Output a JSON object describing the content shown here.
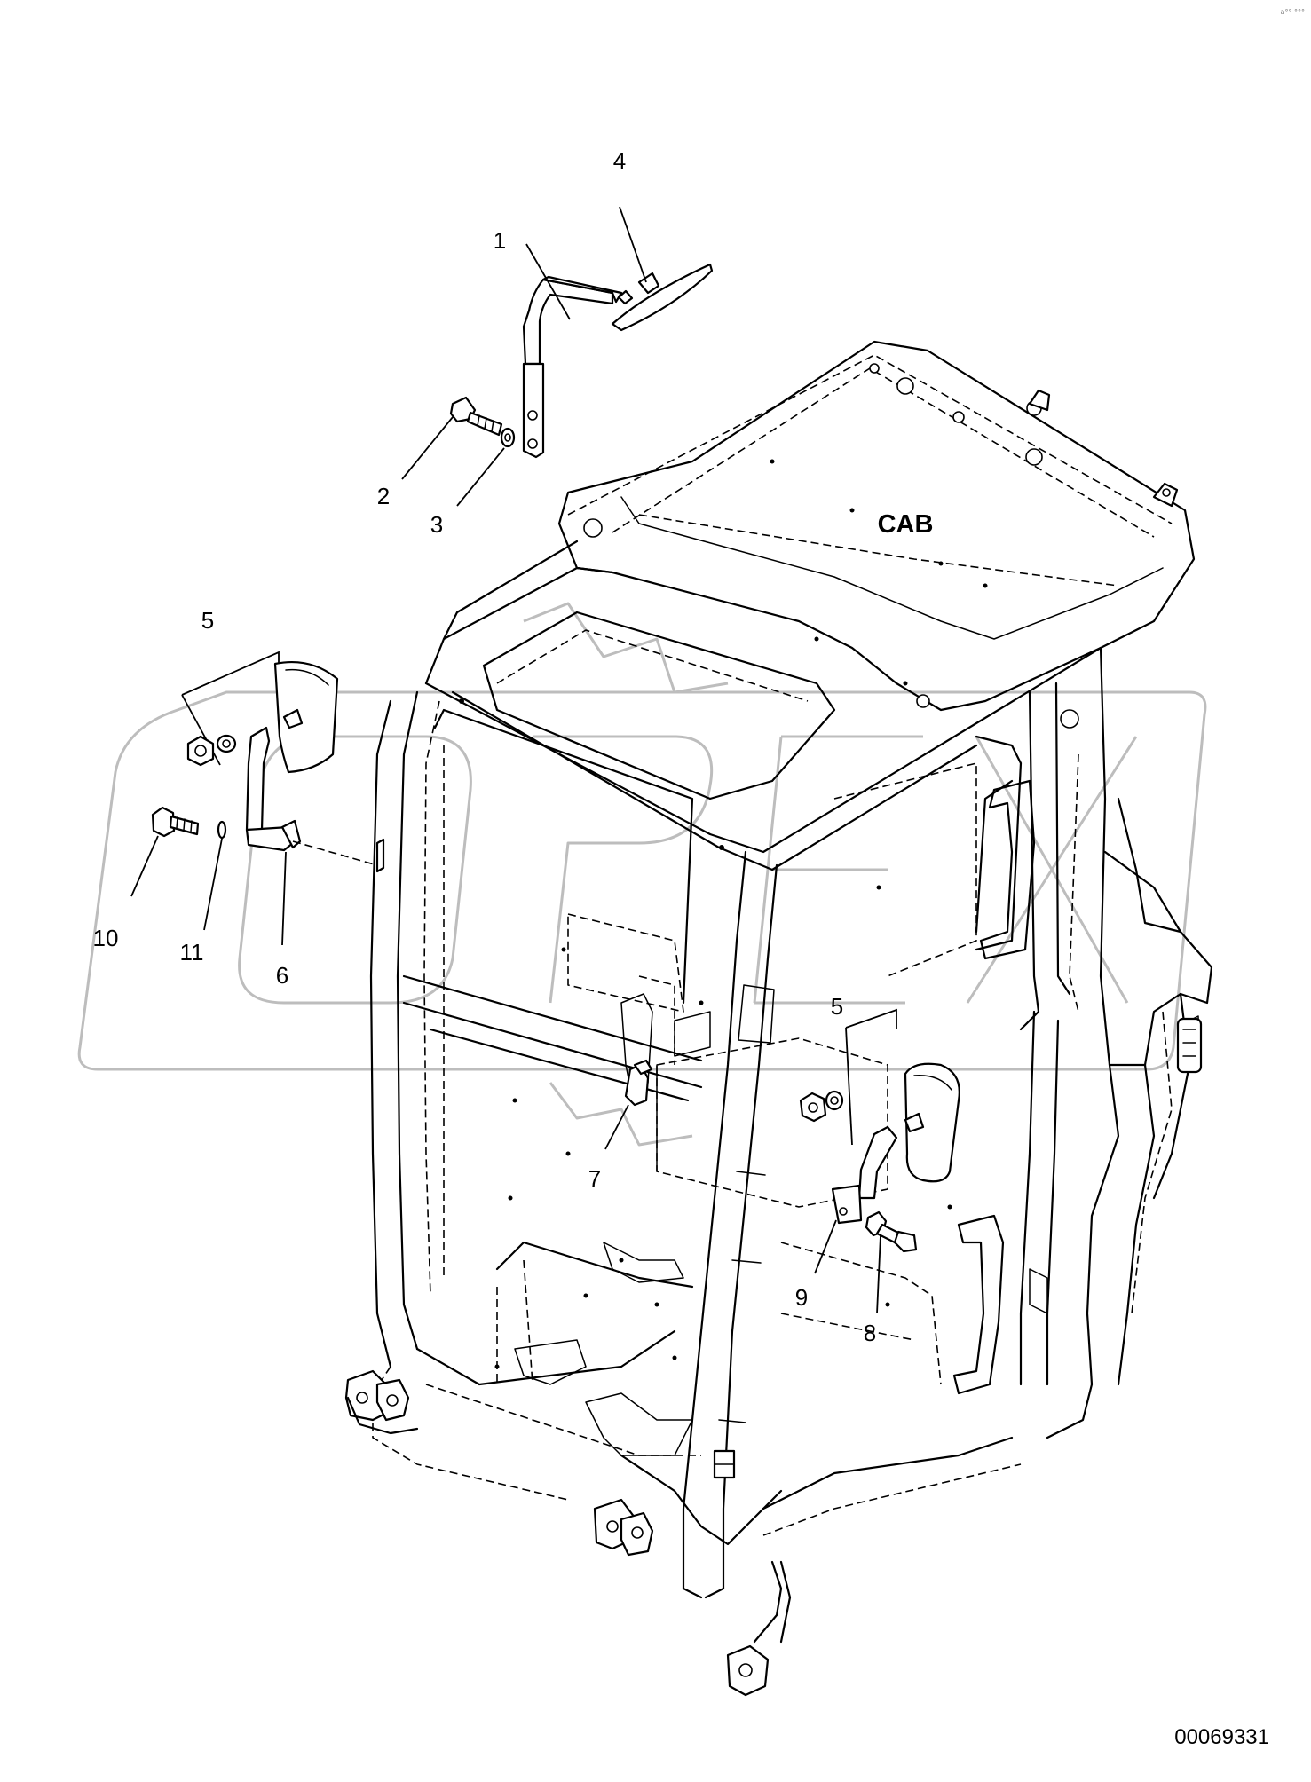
{
  "diagram": {
    "section_label": "CAB",
    "document_number": "00069331",
    "corner_mark": "a°° °°°",
    "callouts": [
      {
        "id": "c1",
        "label": "1"
      },
      {
        "id": "c2",
        "label": "2"
      },
      {
        "id": "c3",
        "label": "3"
      },
      {
        "id": "c4",
        "label": "4"
      },
      {
        "id": "c5a",
        "label": "5"
      },
      {
        "id": "c6",
        "label": "6"
      },
      {
        "id": "c10",
        "label": "10"
      },
      {
        "id": "c11",
        "label": "11"
      },
      {
        "id": "c5b",
        "label": "5"
      },
      {
        "id": "c7",
        "label": "7"
      },
      {
        "id": "c8",
        "label": "8"
      },
      {
        "id": "c9",
        "label": "9"
      }
    ],
    "watermark": {
      "text": "OPEX",
      "color": "#bdbdbd"
    }
  }
}
